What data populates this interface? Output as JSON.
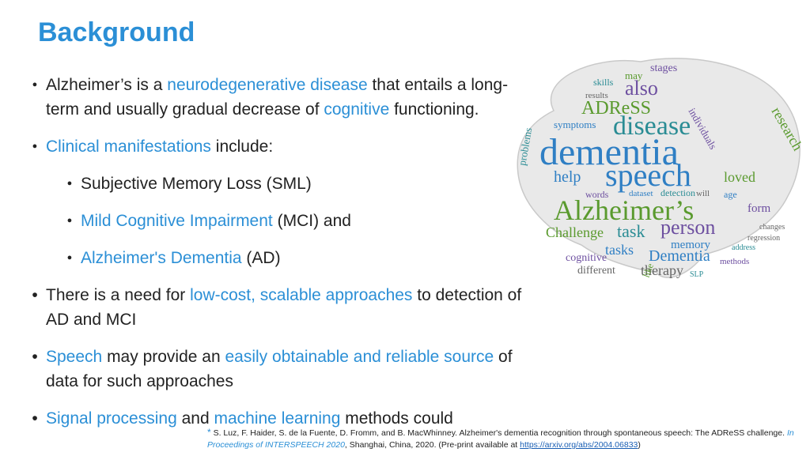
{
  "slide": {
    "title": "Background"
  },
  "bullets": {
    "b1": {
      "pre": "Alzheimer’s is a ",
      "hl1": "neurodegenerative disease",
      "mid": " that entails a long-term and usually gradual decrease of  ",
      "hl2": "cognitive",
      "post": " functioning."
    },
    "b2": {
      "hl": "Clinical manifestations",
      "post": " include:"
    },
    "sub1": {
      "text": "Subjective Memory Loss (SML)"
    },
    "sub2": {
      "hl": "Mild Cognitive Impairment",
      "post": " (MCI) and"
    },
    "sub3": {
      "hl": "Alzheimer's Dementia",
      "post": " (AD)"
    },
    "b3": {
      "pre": "There is a need for ",
      "hl": "low-cost, scalable approaches",
      "post": " to detection of AD and MCI"
    },
    "b4": {
      "hl1": "Speech",
      "mid": " may provide an ",
      "hl2": "easily obtainable and reliable source",
      "post": " of data for such approaches"
    },
    "b5": {
      "hl1": "Signal processing",
      "mid": " and ",
      "hl2": "machine learning",
      "post": " methods could"
    }
  },
  "glyphs": {
    "dot": "●",
    "small_dot": "•"
  },
  "footnote": {
    "star": "*",
    "authors": " S. Luz, F. Haider, S. de la Fuente, D. Fromm, and B. MacWhinney. Alzheimer's dementia recognition through  spontaneous speech: The ADReSS challenge. ",
    "venue": "In Proceedings of INTERSPEECH 2020",
    "place": ", Shanghai, China, 2020.  (Pre-print available at ",
    "link": "https://arxiv.org/abs/2004.06833",
    "close": ")"
  },
  "wordcloud": {
    "words": [
      "dementia",
      "speech",
      "Alzheimer’s",
      "disease",
      "ADReSS",
      "also",
      "Challenge",
      "task",
      "person",
      "memory",
      "Dementia",
      "therapy",
      "tasks",
      "cognitive",
      "help",
      "loved",
      "different",
      "research",
      "individuals",
      "may",
      "problems",
      "stages",
      "skills",
      "symptoms",
      "words",
      "dataset",
      "detection",
      "will",
      "age",
      "form",
      "like",
      "SLP",
      "methods",
      "address",
      "changes",
      "regression",
      "results"
    ],
    "colors": {
      "blue": "#2f7fc4",
      "green": "#5a9a2e",
      "purple": "#6d4fa0",
      "teal": "#2a8c94",
      "gray": "#666666",
      "red": "#b03a3a"
    }
  }
}
